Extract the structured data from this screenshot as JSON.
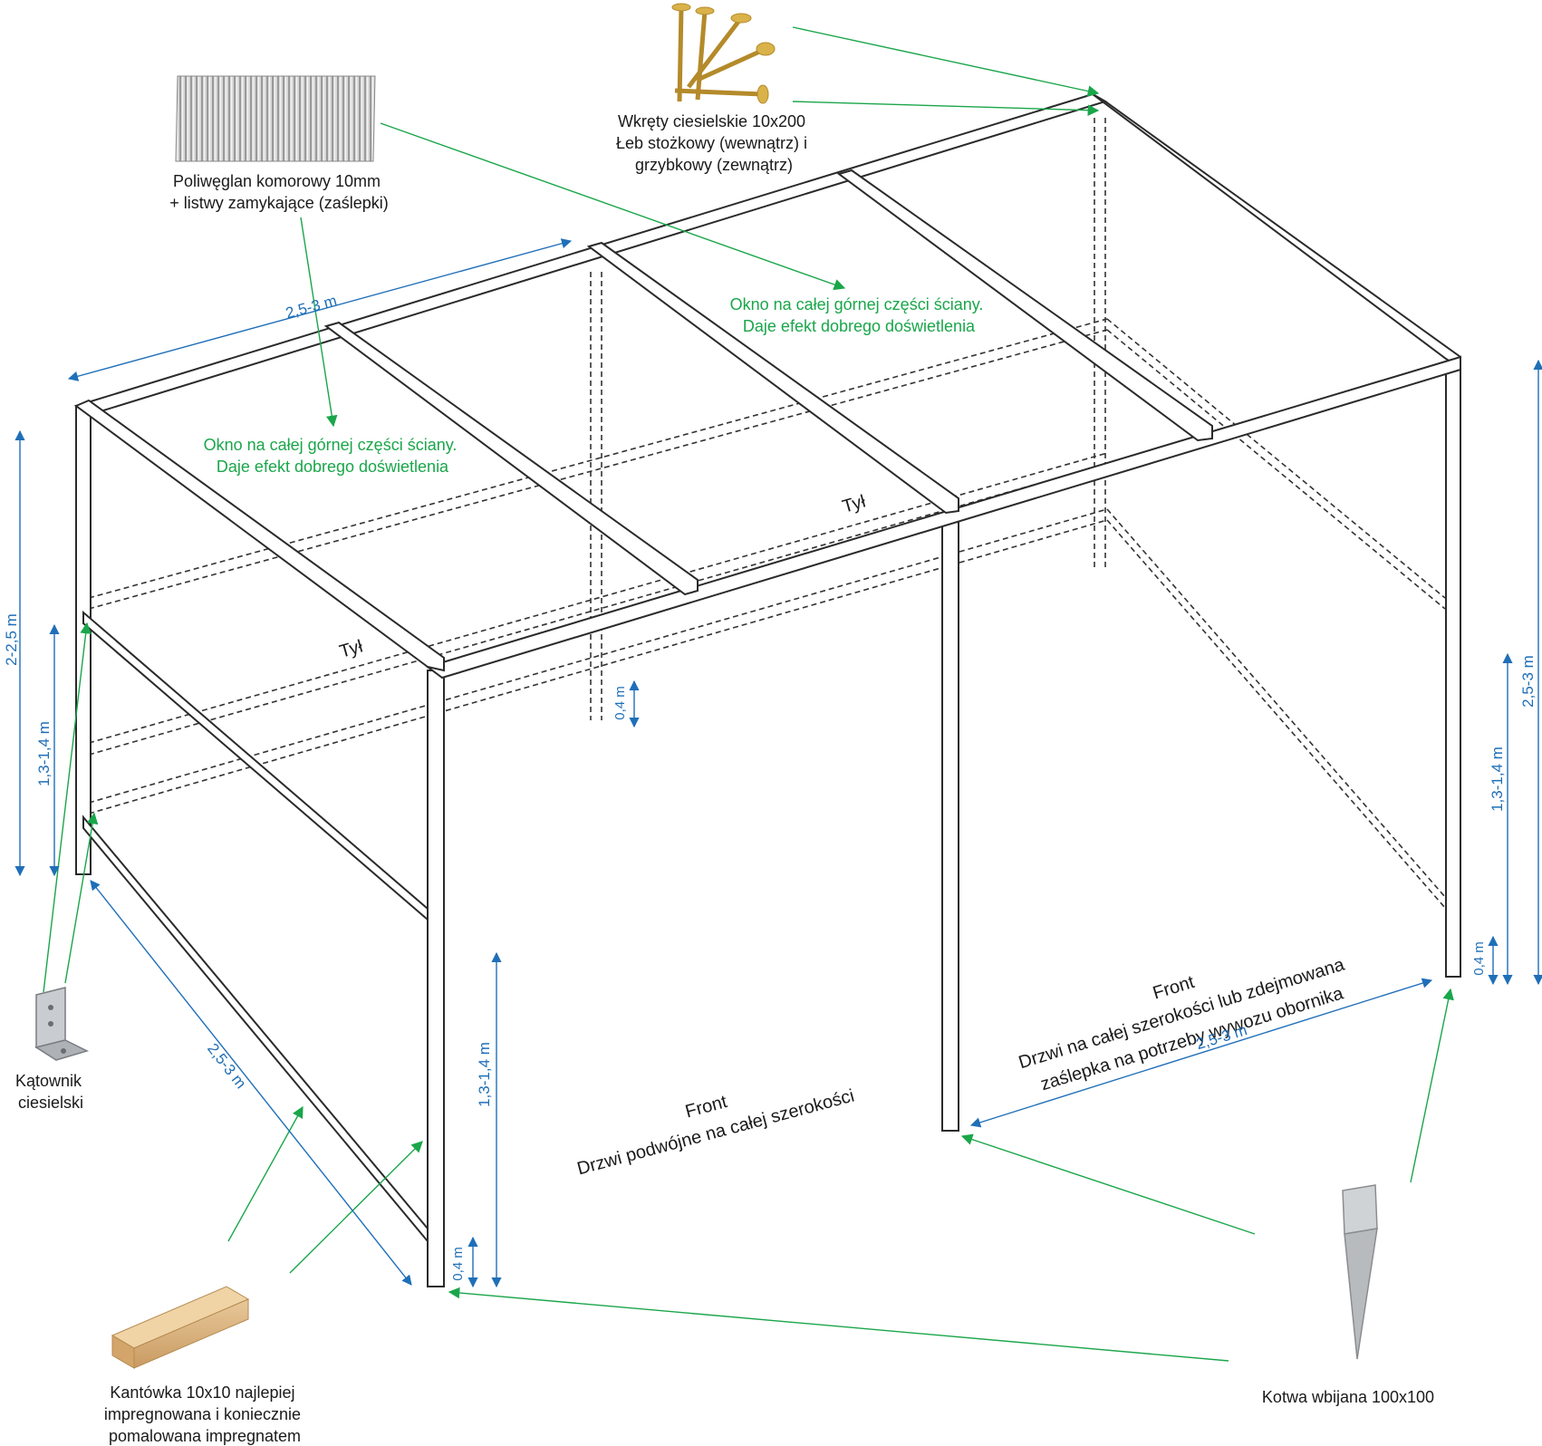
{
  "labels": {
    "polycarbonate": [
      "Poliwęglan komorowy 10mm",
      "+ listwy zamykające (zaślepki)"
    ],
    "screws": [
      "Wkręty ciesielskie 10x200",
      "Łeb stożkowy (wewnątrz) i",
      "grzybkowy (zewnątrz)"
    ],
    "window_left": [
      "Okno na całej górnej części ściany.",
      "Daje efekt dobrego doświetlenia"
    ],
    "window_right": [
      "Okno na całej górnej części ściany.",
      "Daje efekt dobrego doświetlenia"
    ],
    "back_left": "Tył",
    "back_right": "Tył",
    "front_left": [
      "Front",
      "Drzwi podwójne na całej szerokości"
    ],
    "front_right": [
      "Front",
      "Drzwi na całej szerokości lub zdejmowana",
      "zaślepka na potrzeby wywozu obornika"
    ],
    "angle_bracket": [
      "Kątownik",
      "ciesielski"
    ],
    "timber": [
      "Kantówka 10x10 najlepiej",
      "impregnowana i koniecznie",
      "pomalowana impregnatem"
    ],
    "anchor": "Kotwa wbijana 100x100"
  },
  "dimensions": {
    "top_length": "2,5-3 m",
    "left_height": "2-2,5 m",
    "left_mid_height": "1,3-1,4 m",
    "center_post_gap": "0,4 m",
    "front_left_depth": "2,5-3 m",
    "front_door_height": "1,3-1,4 m",
    "front_left_gap": "0,4 m",
    "front_right_width": "2,5-3 m",
    "right_height": "2,5-3 m",
    "right_mid_height": "1,3-1,4 m",
    "right_gap": "0,4 m"
  },
  "colors": {
    "annotation_green": "#1aa64a",
    "dimension_blue": "#1f6fb8",
    "structure": "#2a2a2a"
  }
}
